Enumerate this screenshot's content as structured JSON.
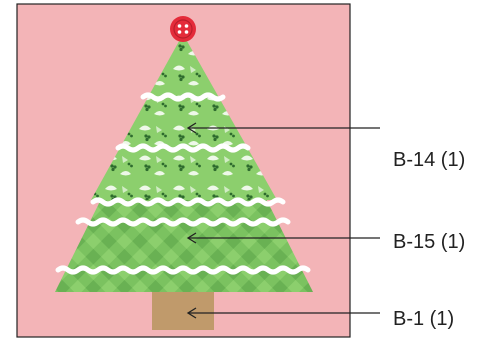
{
  "diagram": {
    "background_color": "#f3b4b7",
    "tree_green_light": "#8ccf6d",
    "tree_green_dark": "#6cb552",
    "trunk_color": "#c09a6b",
    "button_color": "#e42b3a",
    "labels": [
      {
        "id": "upper",
        "text": "B-14 (1)"
      },
      {
        "id": "middle",
        "text": "B-15 (1)"
      },
      {
        "id": "trunk",
        "text": "B-1 (1)"
      }
    ]
  }
}
